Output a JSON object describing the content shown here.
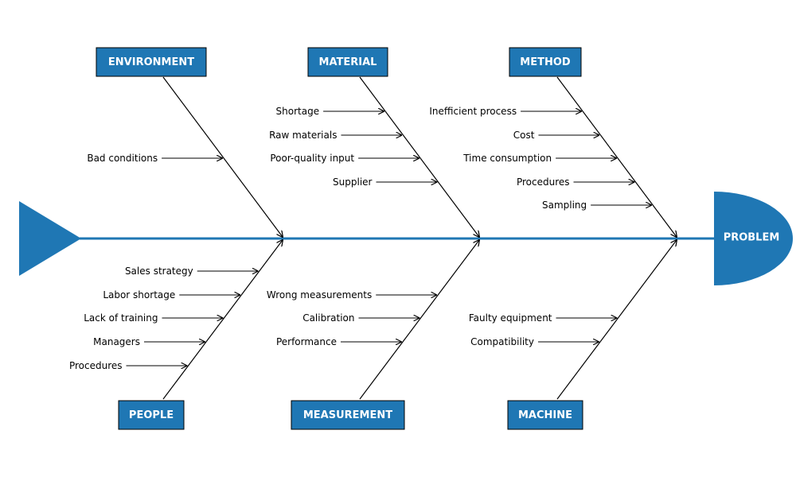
{
  "colors": {
    "accent": "#1f77b4",
    "line": "#000000",
    "text": "#000000",
    "label_text": "#ffffff"
  },
  "problem": {
    "label": "PROBLEM"
  },
  "categories": [
    {
      "name": "ENVIRONMENT",
      "causes": [
        "Bad conditions"
      ]
    },
    {
      "name": "MATERIAL",
      "causes": [
        "Shortage",
        "Raw materials",
        "Poor-quality input",
        "Supplier"
      ]
    },
    {
      "name": "METHOD",
      "causes": [
        "Inefficient process",
        "Cost",
        "Time consumption",
        "Procedures",
        "Sampling"
      ]
    },
    {
      "name": "PEOPLE",
      "causes": [
        "Sales strategy",
        "Labor shortage",
        "Lack of training",
        "Managers",
        "Procedures"
      ]
    },
    {
      "name": "MEASUREMENT",
      "causes": [
        "Wrong measurements",
        "Calibration",
        "Performance"
      ]
    },
    {
      "name": "MACHINE",
      "causes": [
        "Faulty equipment",
        "Compatibility"
      ]
    }
  ]
}
